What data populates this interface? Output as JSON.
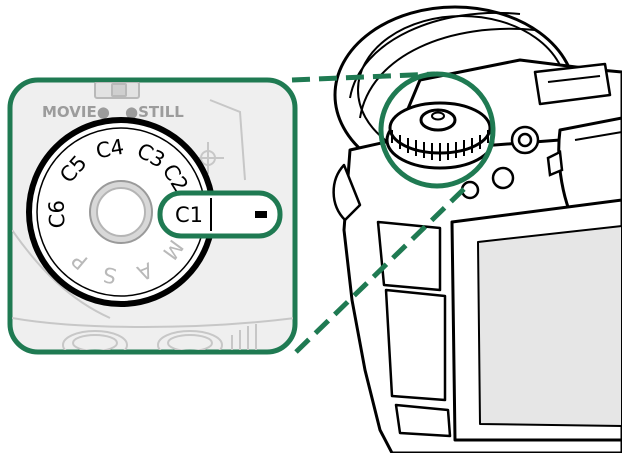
{
  "inset": {
    "switch_label_movie": "MOVIE●",
    "switch_label_still": "●STILL",
    "dial_marks": [
      "C1",
      "C2",
      "C3",
      "C4",
      "C5",
      "C6",
      "P",
      "S",
      "A",
      "M"
    ],
    "selected_mark": "C1"
  },
  "colors": {
    "accent_green": "#1f7a52",
    "outline": "#000000",
    "camera_fill": "#ffffff",
    "inset_bg": "#efefef",
    "faint_line": "#c7c7c7"
  },
  "icons": [
    "dial-mode-icon",
    "index-mark-icon",
    "camera-body-icon",
    "lens-icon",
    "eyecup-icon",
    "lcd-screen-icon"
  ]
}
